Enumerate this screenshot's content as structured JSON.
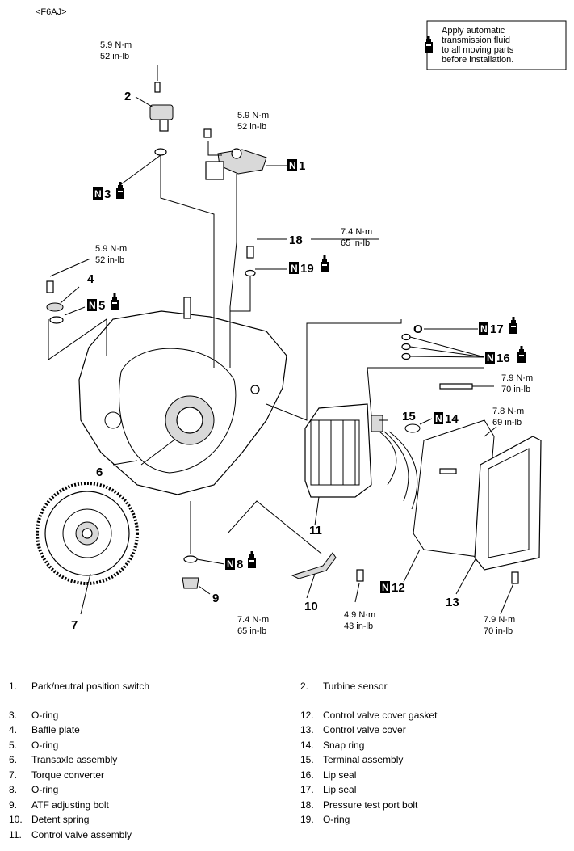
{
  "header": {
    "code": "<F6AJ>"
  },
  "note": {
    "text": [
      "Apply automatic",
      "transmission fluid",
      "to all moving parts",
      "before installation."
    ]
  },
  "figure_id": "ZK602952AA00",
  "callouts": {
    "c1": "1",
    "c2": "2",
    "c3": "3",
    "c4": "4",
    "c5": "5",
    "c6": "6",
    "c7": "7",
    "c8": "8",
    "c9": "9",
    "c10": "10",
    "c11": "11",
    "c12": "12",
    "c13": "13",
    "c14": "14",
    "c15": "15",
    "c16": "16",
    "c17": "17",
    "c18": "18",
    "c19": "19",
    "n": "N",
    "o": "O"
  },
  "torques": {
    "t_a": [
      "5.9 N·m",
      "52 in-lb"
    ],
    "t_b": [
      "5.9 N·m",
      "52 in-lb"
    ],
    "t_c": [
      "5.9 N·m",
      "52 in-lb"
    ],
    "t_d": [
      "7.4 N·m",
      "65 in-lb"
    ],
    "t_e": [
      "7.9 N·m",
      "70 in-lb"
    ],
    "t_f": [
      "7.8 N·m",
      "69 in-lb"
    ],
    "t_g": [
      "4.9 N·m",
      "43 in-lb"
    ],
    "t_h": [
      "7.4 N·m",
      "65 in-lb"
    ],
    "t_i": [
      "7.9 N·m",
      "70 in-lb"
    ]
  },
  "legend": {
    "left": [
      {
        "num": "1.",
        "name": "Park/neutral position switch"
      },
      {
        "num": "3.",
        "name": "O-ring"
      },
      {
        "num": "4.",
        "name": "Baffle plate"
      },
      {
        "num": "5.",
        "name": "O-ring"
      },
      {
        "num": "6.",
        "name": "Transaxle assembly"
      },
      {
        "num": "7.",
        "name": "Torque converter"
      },
      {
        "num": "8.",
        "name": "O-ring"
      },
      {
        "num": "9.",
        "name": "ATF adjusting bolt"
      },
      {
        "num": "10.",
        "name": "Detent spring"
      },
      {
        "num": "11.",
        "name": "Control valve assembly"
      }
    ],
    "right": [
      {
        "num": "2.",
        "name": "Turbine sensor"
      },
      {
        "num": "12.",
        "name": "Control valve cover gasket"
      },
      {
        "num": "13.",
        "name": "Control valve cover"
      },
      {
        "num": "14.",
        "name": "Snap ring"
      },
      {
        "num": "15.",
        "name": "Terminal assembly"
      },
      {
        "num": "16.",
        "name": "Lip seal"
      },
      {
        "num": "17.",
        "name": "Lip seal"
      },
      {
        "num": "18.",
        "name": "Pressure test port bolt"
      },
      {
        "num": "19.",
        "name": "O-ring"
      }
    ]
  }
}
